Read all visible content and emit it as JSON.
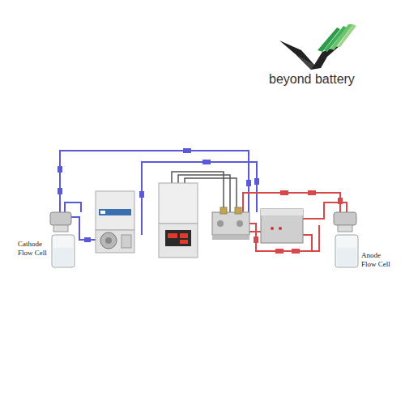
{
  "diagram": {
    "labels": [
      "beyond battery",
      "Cathode Flow Cell",
      "Anode Flow Cell"
    ]
  }
}
